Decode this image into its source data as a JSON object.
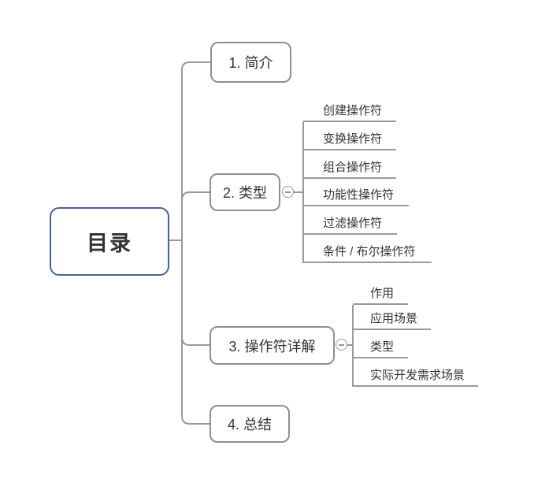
{
  "diagram": {
    "root": {
      "label": "目录"
    },
    "branches": [
      {
        "label": "1. 简介",
        "children": []
      },
      {
        "label": "2. 类型",
        "children": [
          {
            "label": "创建操作符"
          },
          {
            "label": "变换操作符"
          },
          {
            "label": "组合操作符"
          },
          {
            "label": "功能性操作符"
          },
          {
            "label": "过滤操作符"
          },
          {
            "label": "条件 / 布尔操作符"
          }
        ]
      },
      {
        "label": "3. 操作符详解",
        "children": [
          {
            "label": "作用"
          },
          {
            "label": "应用场景"
          },
          {
            "label": "类型"
          },
          {
            "label": "实际开发需求场景"
          }
        ]
      },
      {
        "label": "4. 总结",
        "children": []
      }
    ],
    "collapse_icon": "minus",
    "colors": {
      "root_border": "#47639c",
      "node_border": "#8f8f8f",
      "connector_line": "#999999",
      "text": "#333333"
    }
  }
}
